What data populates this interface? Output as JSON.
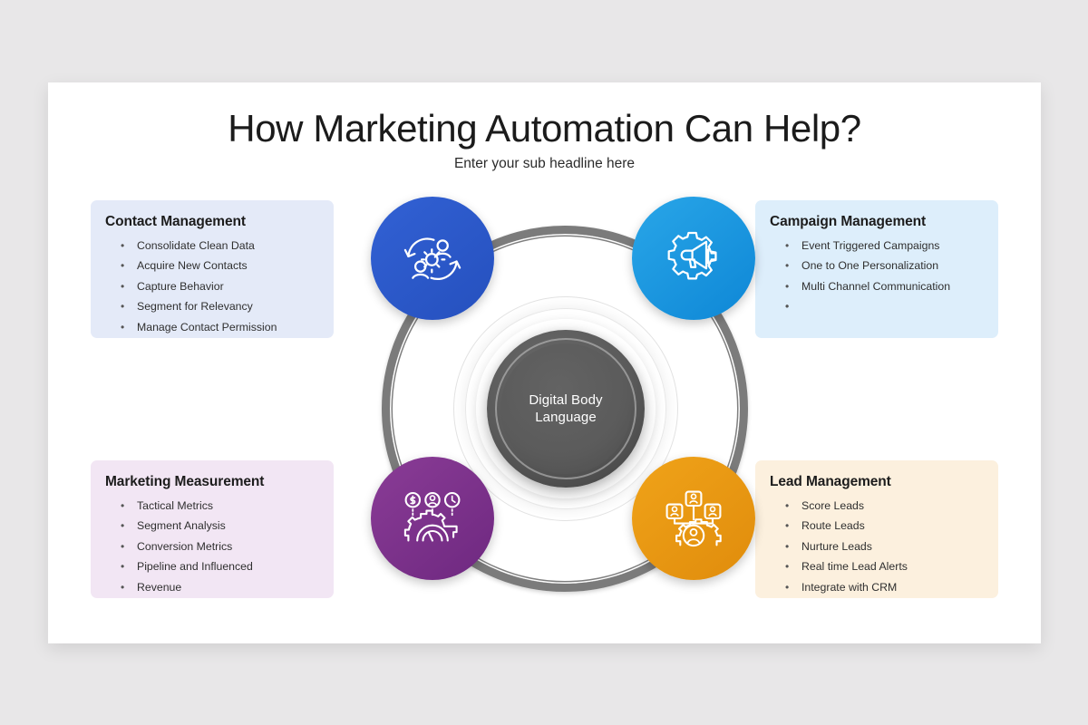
{
  "slide": {
    "title": "How Marketing Automation Can Help?",
    "subtitle": "Enter your sub headline here"
  },
  "center": {
    "label_line1": "Digital Body",
    "label_line2": "Language"
  },
  "cards": [
    {
      "id": "contact-management",
      "title": "Contact Management",
      "bg": "#e4eaf8",
      "items": [
        "Consolidate Clean Data",
        "Acquire New Contacts",
        "Capture Behavior",
        "Segment for Relevancy",
        "Manage Contact Permission"
      ]
    },
    {
      "id": "campaign-management",
      "title": "Campaign Management",
      "bg": "#ddeefb",
      "items": [
        "Event Triggered Campaigns",
        "One to One Personalization",
        "Multi Channel Communication",
        "",
        ""
      ]
    },
    {
      "id": "marketing-measurement",
      "title": "Marketing Measurement",
      "bg": "#f2e6f4",
      "items": [
        "Tactical Metrics",
        "Segment Analysis",
        "Conversion Metrics",
        "Pipeline and Influenced",
        "Revenue"
      ]
    },
    {
      "id": "lead-management",
      "title": "Lead Management",
      "bg": "#fcf0de",
      "items": [
        "Score Leads",
        "Route Leads",
        "Nurture Leads",
        "Real time Lead Alerts",
        "Integrate with CRM"
      ]
    }
  ],
  "nodes": [
    {
      "id": "contact-sync-node",
      "icon": "users-sync-gear-icon",
      "color": "#2d5bcb"
    },
    {
      "id": "campaign-node",
      "icon": "gear-megaphone-icon",
      "color": "#1b97e0"
    },
    {
      "id": "measurement-node",
      "icon": "gauge-metrics-icon",
      "color": "#7b318b"
    },
    {
      "id": "lead-node",
      "icon": "people-network-gear-icon",
      "color": "#e8970f"
    }
  ]
}
